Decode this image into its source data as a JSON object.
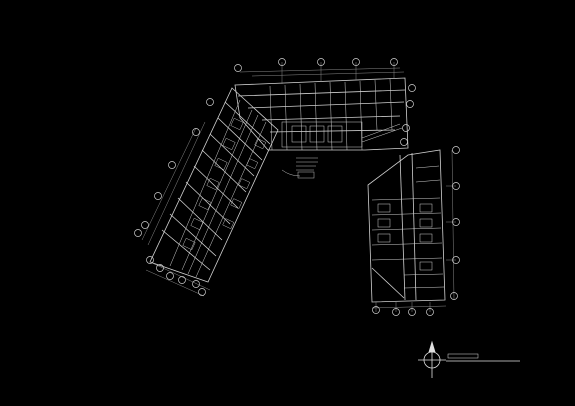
{
  "drawing": {
    "background_color": "#000000",
    "line_color": "#d0d0d0",
    "dim_line_color": "#8a8a8a",
    "wings": [
      "wing-a-diagonal",
      "wing-b-top",
      "wing-c-right"
    ],
    "legend_note": "",
    "north_arrow_icon": "north-arrow-icon",
    "grid_bubble_icon": "grid-bubble-icon"
  }
}
